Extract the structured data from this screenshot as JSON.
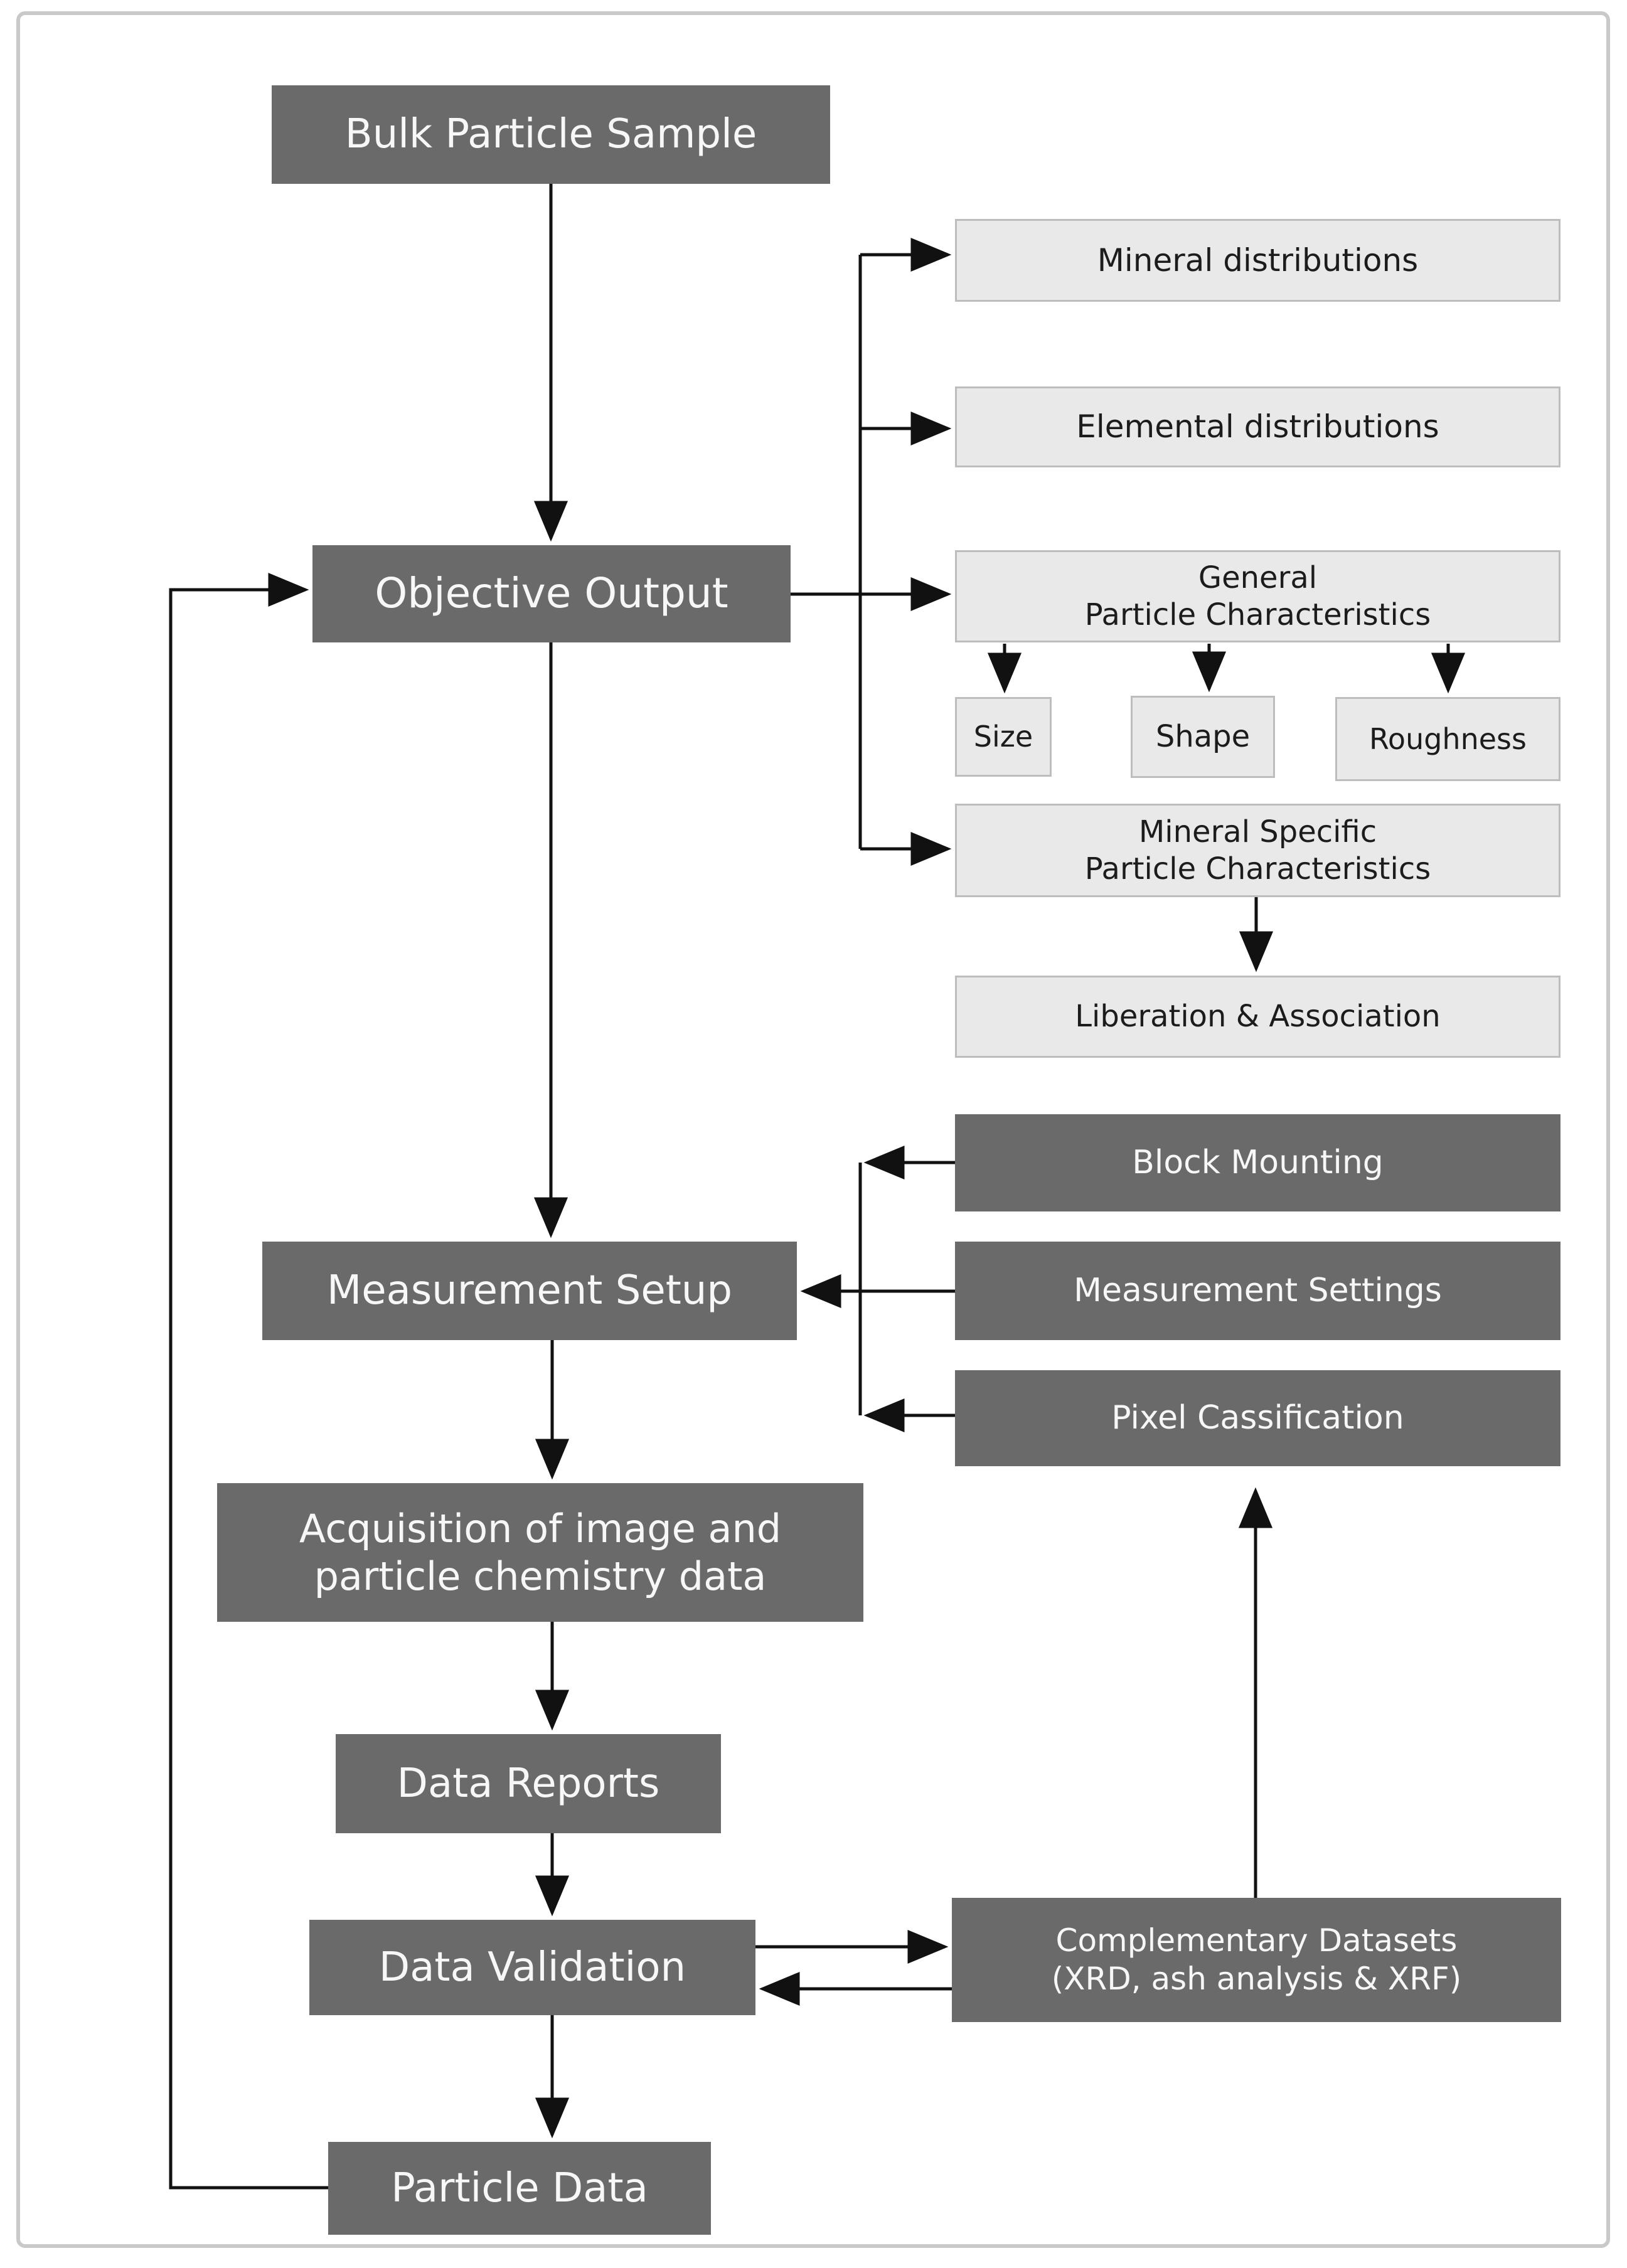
{
  "palette": {
    "dark_box_fill": "#6a6a6a",
    "dark_box_text": "#f7f7f7",
    "light_box_fill": "#e9e9e9",
    "light_box_border": "#bdbdbd",
    "light_box_text": "#1c1c1c",
    "connector_color": "#111111",
    "frame_border": "#c9c9c9",
    "background": "#ffffff"
  },
  "nodes": {
    "bulk_particle_sample": {
      "label": "Bulk Particle Sample"
    },
    "objective_output": {
      "label": "Objective Output"
    },
    "mineral_distributions": {
      "label": "Mineral distributions"
    },
    "elemental_distributions": {
      "label": "Elemental distributions"
    },
    "general_particle_characteristics": {
      "label": "General\nParticle Characteristics"
    },
    "size": {
      "label": "Size"
    },
    "shape": {
      "label": "Shape"
    },
    "roughness": {
      "label": "Roughness"
    },
    "mineral_specific_particle_characteristics": {
      "label": "Mineral Specific\nParticle Characteristics"
    },
    "liberation_association": {
      "label": "Liberation & Association"
    },
    "block_mounting": {
      "label": "Block Mounting"
    },
    "measurement_setup": {
      "label": "Measurement Setup"
    },
    "measurement_settings": {
      "label": "Measurement Settings"
    },
    "pixel_cassification": {
      "label": "Pixel Cassification"
    },
    "acquisition": {
      "label": "Acquisition of image and\nparticle chemistry data"
    },
    "data_reports": {
      "label": "Data Reports"
    },
    "data_validation": {
      "label": "Data Validation"
    },
    "particle_data": {
      "label": "Particle Data"
    },
    "complementary_datasets": {
      "label": "Complementary Datasets\n(XRD, ash analysis & XRF)"
    }
  },
  "edges": [
    {
      "from": "bulk_particle_sample",
      "to": "objective_output"
    },
    {
      "from": "objective_output",
      "to": "mineral_distributions"
    },
    {
      "from": "objective_output",
      "to": "elemental_distributions"
    },
    {
      "from": "objective_output",
      "to": "general_particle_characteristics"
    },
    {
      "from": "objective_output",
      "to": "mineral_specific_particle_characteristics"
    },
    {
      "from": "general_particle_characteristics",
      "to": "size"
    },
    {
      "from": "general_particle_characteristics",
      "to": "shape"
    },
    {
      "from": "general_particle_characteristics",
      "to": "roughness"
    },
    {
      "from": "mineral_specific_particle_characteristics",
      "to": "liberation_association"
    },
    {
      "from": "objective_output",
      "to": "measurement_setup"
    },
    {
      "from": "block_mounting",
      "to": "measurement_setup"
    },
    {
      "from": "measurement_settings",
      "to": "measurement_setup"
    },
    {
      "from": "pixel_cassification",
      "to": "measurement_setup"
    },
    {
      "from": "measurement_setup",
      "to": "acquisition"
    },
    {
      "from": "acquisition",
      "to": "data_reports"
    },
    {
      "from": "data_reports",
      "to": "data_validation"
    },
    {
      "from": "data_validation",
      "to": "complementary_datasets"
    },
    {
      "from": "complementary_datasets",
      "to": "data_validation"
    },
    {
      "from": "complementary_datasets",
      "to": "pixel_cassification"
    },
    {
      "from": "data_validation",
      "to": "particle_data"
    },
    {
      "from": "particle_data",
      "to": "objective_output"
    }
  ]
}
